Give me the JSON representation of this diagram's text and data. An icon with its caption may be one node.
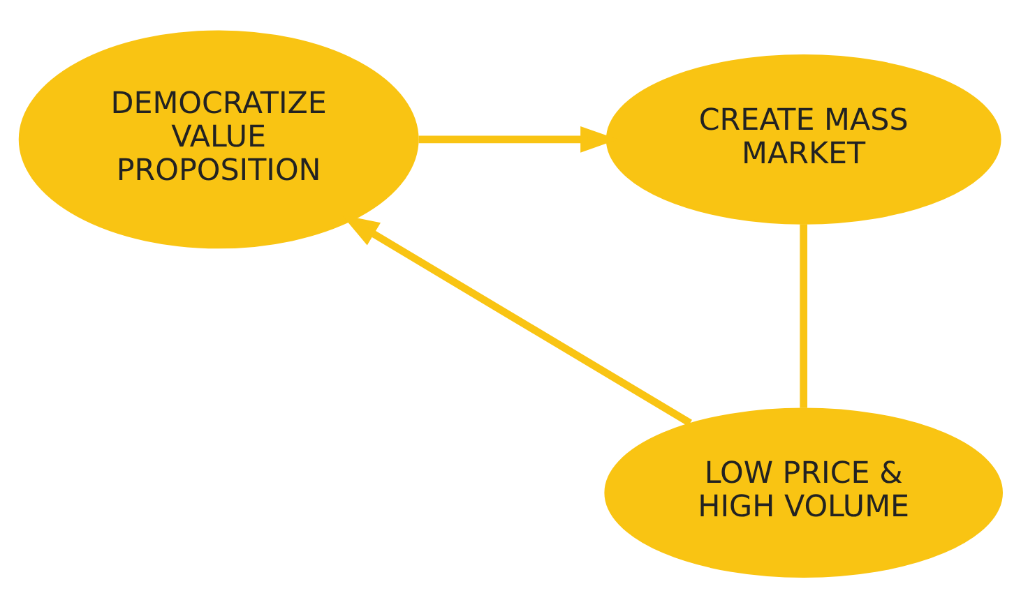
{
  "diagram": {
    "nodes": [
      {
        "text": [
          "DEMOCRATIZE VALUE PROPOSITION"
        ]
      },
      {
        "text": [
          "CREATE MASS MARKET"
        ]
      },
      {
        "text": [
          "LOW PRICE & HIGH VOLUME"
        ]
      }
    ],
    "edges": [
      {
        "from": 0,
        "to": 1,
        "arrow": "to"
      },
      {
        "from": 1,
        "to": 2,
        "arrow": "none"
      },
      {
        "from": 2,
        "to": 0,
        "arrow": "to"
      }
    ]
  }
}
